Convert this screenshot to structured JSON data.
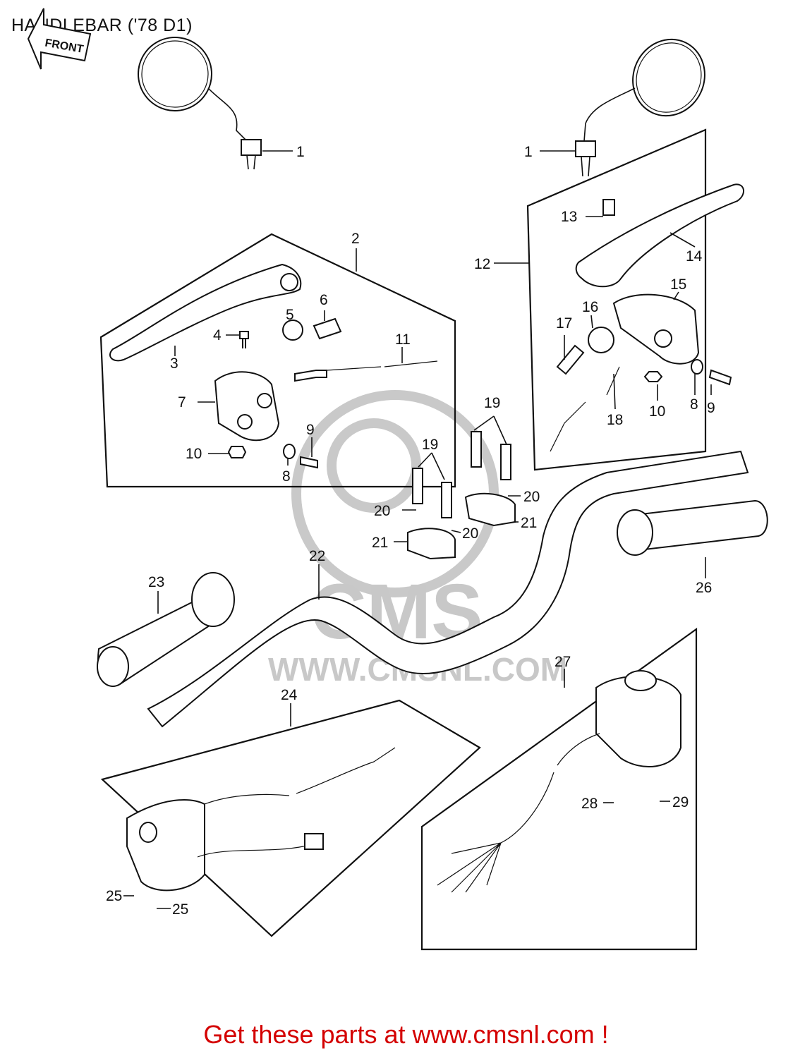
{
  "title": "HANDLEBAR ('78 D1)",
  "front_arrow_label": "FRONT",
  "watermark": {
    "brand": "CMS",
    "url": "WWW.CMSNL.COM"
  },
  "callout": "Get these parts at www.cmsnl.com !",
  "callout_color": "#d40000",
  "labels": [
    "1",
    "1",
    "2",
    "3",
    "4",
    "5",
    "6",
    "7",
    "8",
    "9",
    "10",
    "11",
    "12",
    "13",
    "14",
    "15",
    "16",
    "17",
    "18",
    "10",
    "8",
    "9",
    "19",
    "19",
    "20",
    "20",
    "20",
    "21",
    "21",
    "22",
    "23",
    "24",
    "25",
    "25",
    "26",
    "27",
    "28",
    "29"
  ]
}
